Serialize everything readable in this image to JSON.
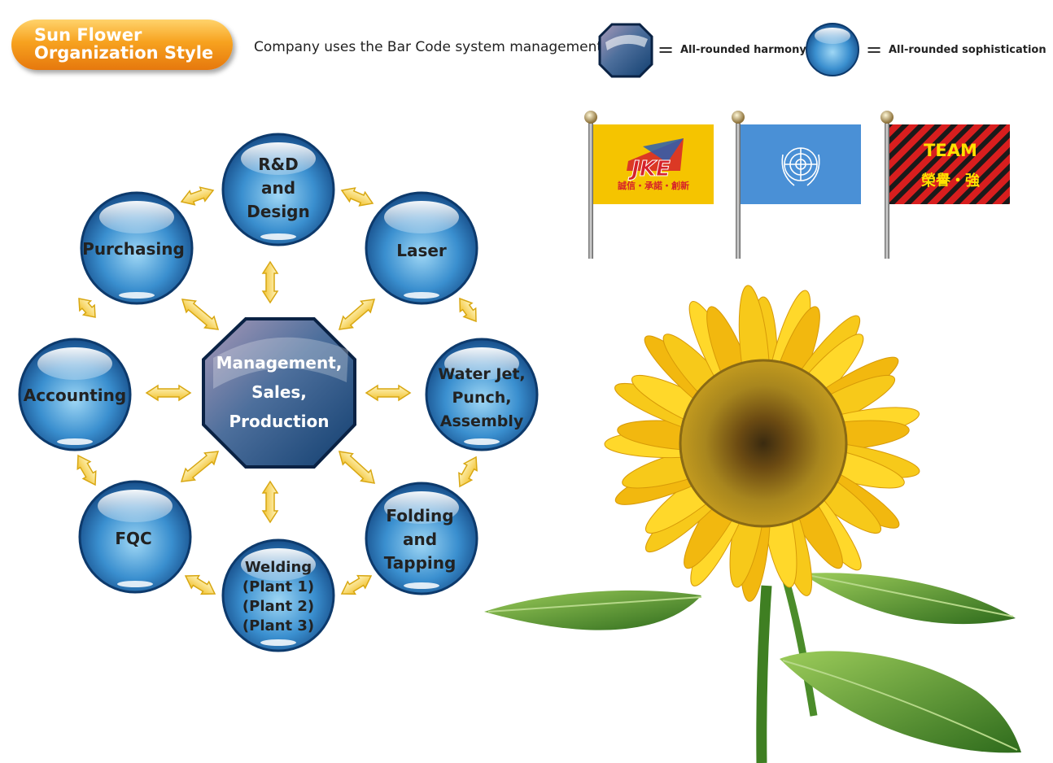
{
  "header": {
    "title_line1": "Sun Flower",
    "title_line2": "Organization Style",
    "intro": "Company uses the Bar Code system management",
    "legend": [
      {
        "symbol": "octagon-icon",
        "label": "All-rounded harmony"
      },
      {
        "symbol": "circle-icon",
        "label": "All-rounded sophistication"
      }
    ],
    "equals": "="
  },
  "center": {
    "label": "Management,\nSales,\nProduction"
  },
  "nodes": [
    {
      "id": "rd",
      "label": "R&D\nand\nDesign"
    },
    {
      "id": "laser",
      "label": "Laser"
    },
    {
      "id": "waterjet",
      "label": "Water Jet,\nPunch,\nAssembly"
    },
    {
      "id": "folding",
      "label": "Folding\nand\nTapping"
    },
    {
      "id": "welding",
      "label": "Welding\n(Plant 1)\n(Plant 2)\n(Plant 3)"
    },
    {
      "id": "fqc",
      "label": "FQC"
    },
    {
      "id": "accounting",
      "label": "Accounting"
    },
    {
      "id": "purchasing",
      "label": "Purchasing"
    }
  ],
  "flags": [
    {
      "name": "jke-flag",
      "logo_text": "JKE",
      "sub_text": "誠信・承諾・創新",
      "color": "#f5c400"
    },
    {
      "name": "un-flag",
      "color": "#4a90d6"
    },
    {
      "name": "team-flag",
      "line1": "TEAM",
      "line2": "榮譽・強",
      "color": "#d81e1e"
    }
  ]
}
